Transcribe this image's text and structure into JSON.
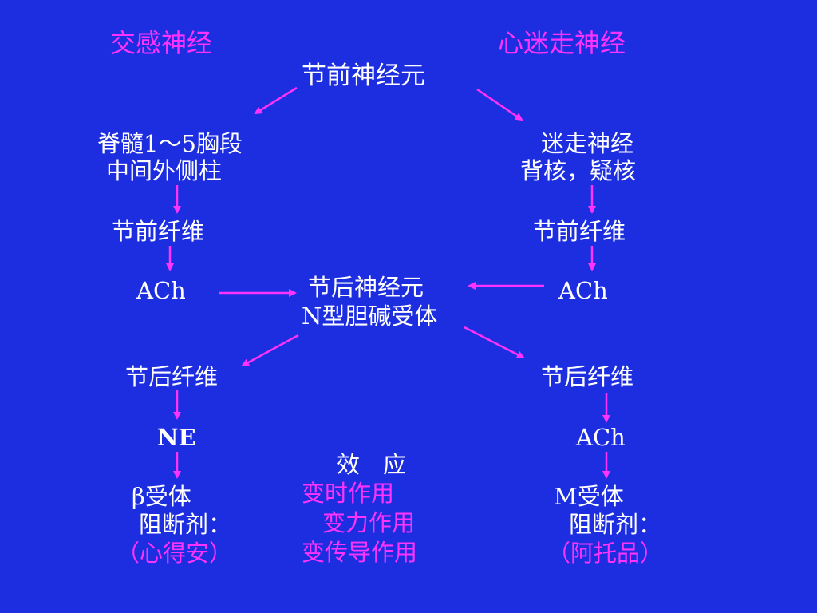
{
  "colors": {
    "background": "#1c2ee0",
    "text": "#ffffff",
    "accent": "#ff33ff",
    "arrow": "#ff33ff"
  },
  "sympathetic": {
    "title": "交感神经",
    "origin_line1": "脊髓1～5胸段",
    "origin_line2": "中间外侧柱",
    "pre_fiber": "节前纤维",
    "pre_transmitter": "ACh",
    "post_fiber": "节后纤维",
    "post_transmitter": "NE",
    "receptor": "β受体",
    "blocker_label": "阻断剂：",
    "blocker_drug": "（心得安）"
  },
  "vagus": {
    "title": "心迷走神经",
    "origin_line1": "迷走神经",
    "origin_line2": "背核，疑核",
    "pre_fiber": "节前纤维",
    "pre_transmitter": "ACh",
    "post_fiber": "节后纤维",
    "post_transmitter": "ACh",
    "receptor": "M受体",
    "blocker_label": "阻断剂：",
    "blocker_drug": "（阿托品）"
  },
  "center": {
    "preganglionic_neuron": "节前神经元",
    "postganglionic_neuron": "节后神经元",
    "receptor": "N型胆碱受体",
    "effects_title": "效　应",
    "effect_1": "变时作用",
    "effect_2": "变力作用",
    "effect_3": "变传导作用"
  }
}
